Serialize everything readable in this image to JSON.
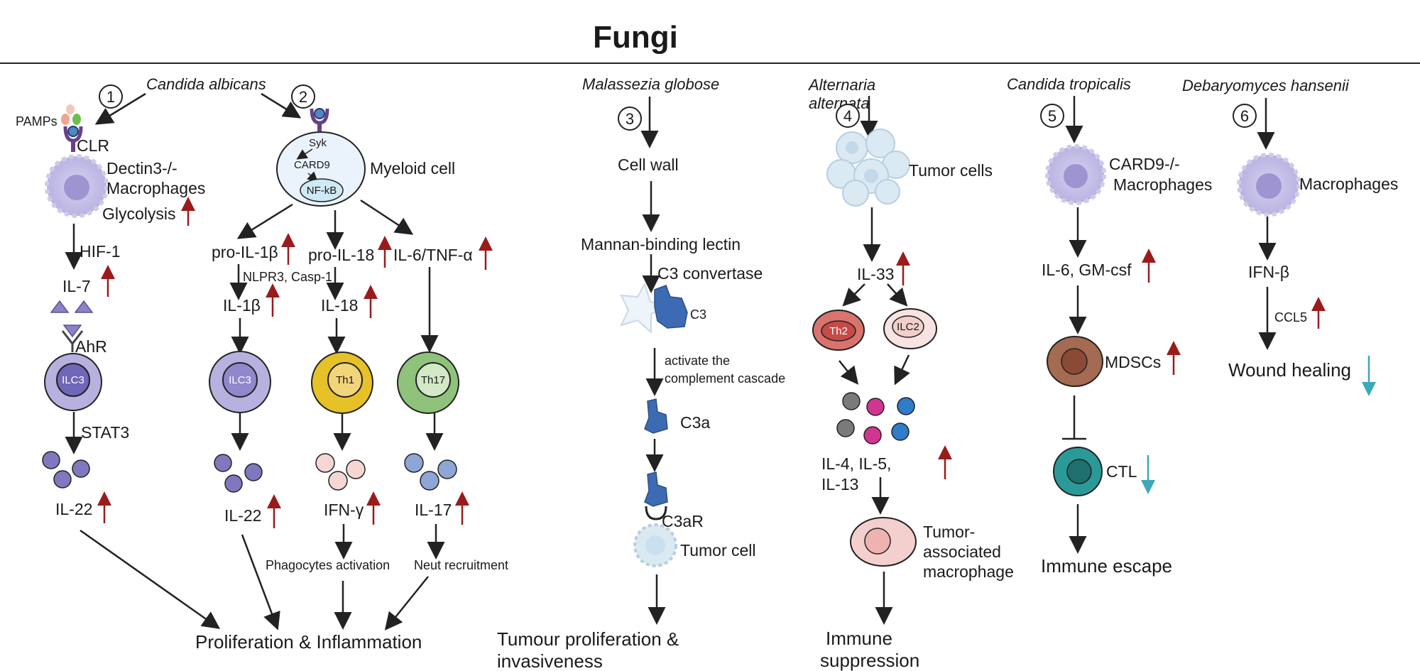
{
  "title": "Fungi",
  "colors": {
    "up_arrow": "#9b1b1b",
    "down_arrow": "#3aa9b8",
    "line": "#222222"
  },
  "panel1": {
    "number": "1",
    "organism": "Candida albicans",
    "pamps": "PAMPs",
    "clr": "CLR",
    "cell": "Dectin3-/-",
    "cell2": "Macrophages",
    "glycolysis": "Glycolysis",
    "hif": "HIF-1",
    "il7": "IL-7",
    "ahr": "AhR",
    "ilc3": "ILC3",
    "stat3": "STAT3",
    "il22": "IL-22"
  },
  "panel2": {
    "number": "2",
    "syk": "Syk",
    "card9": "CARD9",
    "nfkb": "NF-kB",
    "myeloid": "Myeloid cell",
    "proil1b": "pro-IL-1β",
    "proil18": "pro-IL-18",
    "il6tnf": "IL-6/TNF-α",
    "nlpr3": "NLPR3, Casp-1",
    "il1b": "IL-1β",
    "il18": "IL-18",
    "ilc3": "ILC3",
    "th1": "Th1",
    "th17": "Th17",
    "il22": "IL-22",
    "ifng": "IFN-γ",
    "il17": "IL-17",
    "phago": "Phagocytes activation",
    "neut": "Neut recruitment",
    "outcome": "Proliferation &  Inflammation"
  },
  "panel3": {
    "number": "3",
    "organism": "Malassezia globose",
    "cellwall": "Cell wall",
    "mbl": "Mannan-binding lectin",
    "c3conv": "C3 convertase",
    "c3": "C3",
    "activate1": "activate the",
    "activate2": "complement cascade",
    "c3a": "C3a",
    "c3ar": "C3aR",
    "tumorcell": "Tumor cell",
    "outcome1": "Tumour proliferation  &",
    "outcome2": "invasiveness"
  },
  "panel4": {
    "number": "4",
    "organism1": "Alternaria",
    "organism2": "alternata",
    "tumor": "Tumor cells",
    "il33": "IL-33",
    "th2": "Th2",
    "ilc2": "ILC2",
    "il45": "IL-4, IL-5,",
    "il13": "IL-13",
    "tam1": "Tumor-",
    "tam2": "associated",
    "tam3": "macrophage",
    "outcome1": "Immune",
    "outcome2": "suppression"
  },
  "panel5": {
    "number": "5",
    "organism": "Candida tropicalis",
    "cell1": "CARD9-/-",
    "cell2": "Macrophages",
    "il6gm": "IL-6, GM-csf",
    "mdsc": "MDSCs",
    "ctl": "CTL",
    "outcome": "Immune escape"
  },
  "panel6": {
    "number": "6",
    "organism": "Debaryomyces hansenii",
    "cell": "Macrophages",
    "ifnb": "IFN-β",
    "ccl5": "CCL5",
    "outcome": "Wound healing"
  }
}
